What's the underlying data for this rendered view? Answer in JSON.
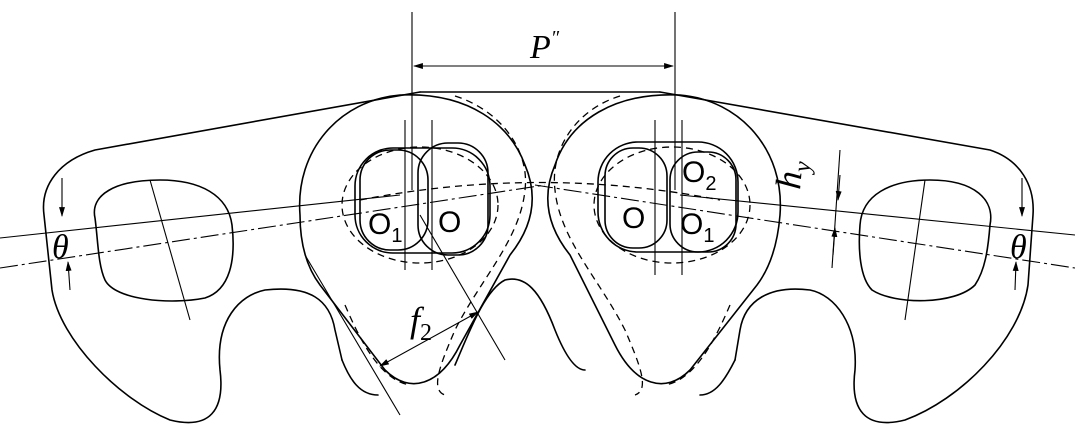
{
  "figure": {
    "labels": {
      "pitch": "P",
      "pitch_prime": "″",
      "h": "h",
      "h_sub": "y",
      "f": "f",
      "f_sub": "2",
      "theta_left": "θ",
      "theta_right": "θ",
      "o_left": "O",
      "o1_left": "O",
      "o1_left_sub": "1",
      "o_right": "O",
      "o1_right": "O",
      "o1_right_sub": "1",
      "o2_right": "O",
      "o2_right_sub": "2"
    }
  }
}
